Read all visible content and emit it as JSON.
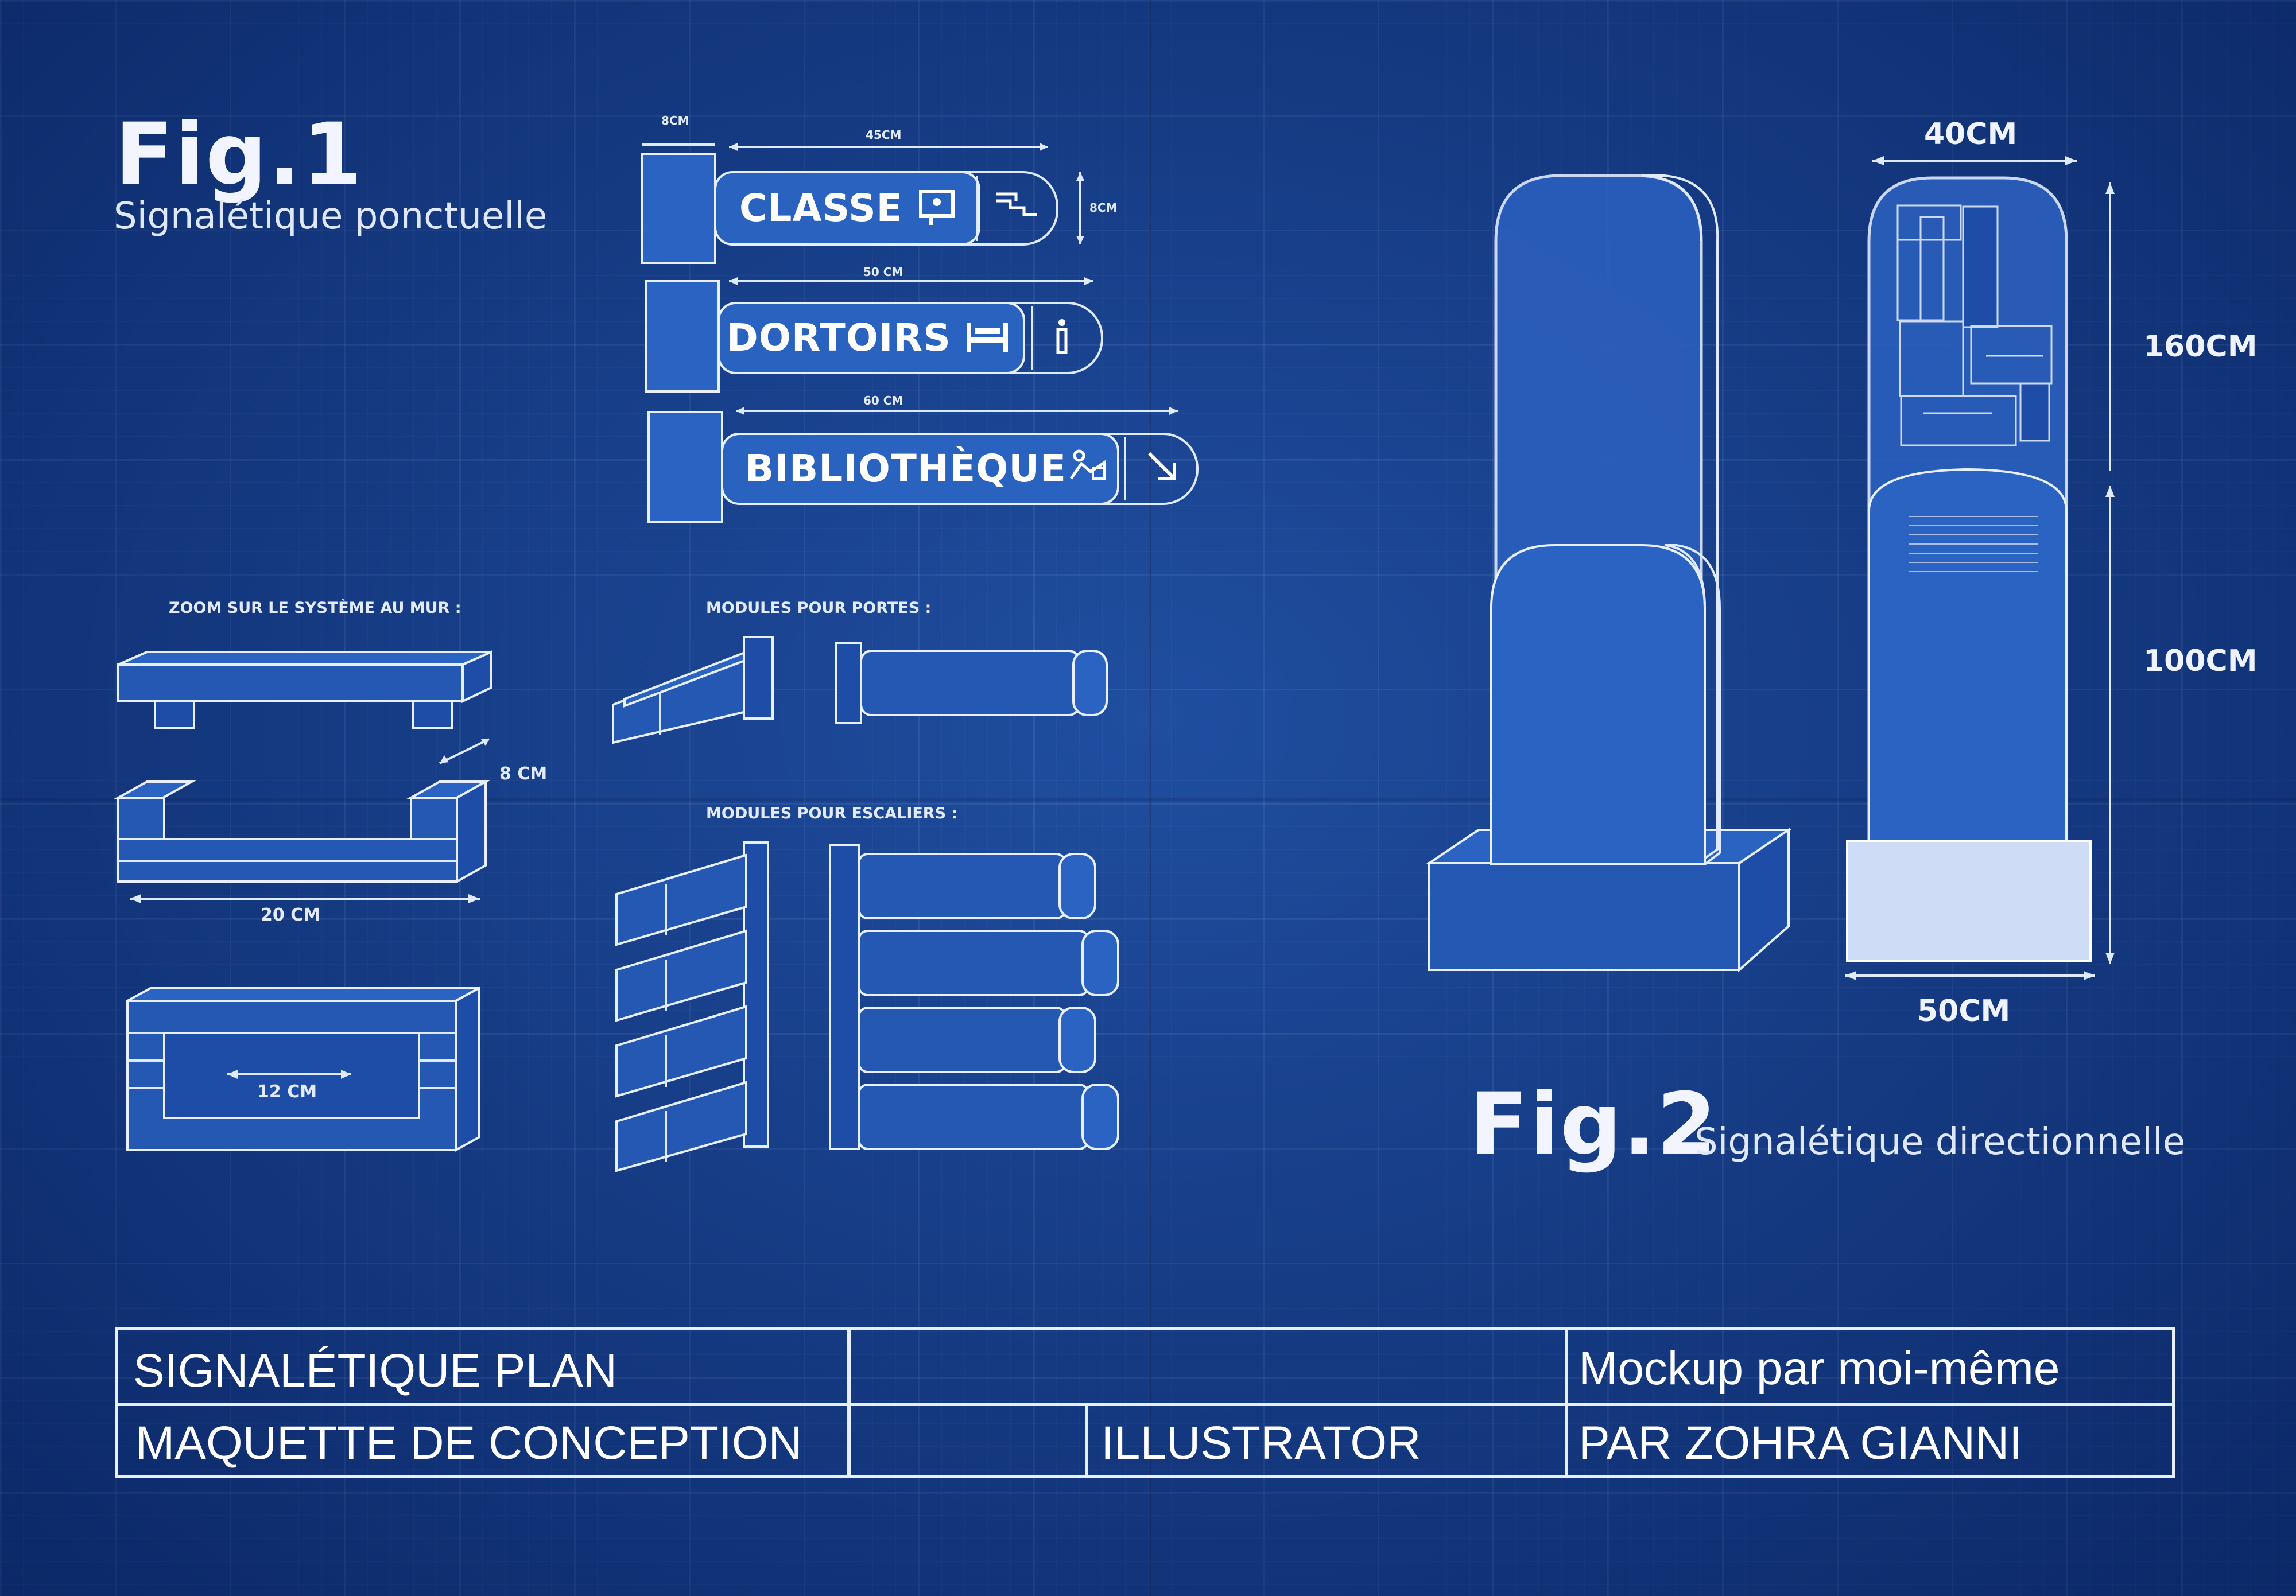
{
  "fig1": {
    "number": "Fig.1",
    "subtitle": "Signalétique ponctuelle"
  },
  "fig2": {
    "number": "Fig.2",
    "subtitle": "Signalétique directionnelle"
  },
  "signs": [
    {
      "label": "CLASSE",
      "width_label": "45CM",
      "height_label": "8CM",
      "depth_label": "8CM"
    },
    {
      "label": "DORTOIRS",
      "width_label": "50 CM"
    },
    {
      "label": "BIBLIOTHÈQUE",
      "width_label": "60 CM"
    }
  ],
  "icons": {
    "classe_board": "board-icon",
    "classe_stairs": "stairs-icon",
    "dortoirs_bed": "bed-icon",
    "dortoirs_info": "info-icon",
    "bibliotheque_reader": "reader-icon",
    "bibliotheque_arrow": "arrow-down-right-icon",
    "arrow_glyph": "↘",
    "info_glyph": "i",
    "bed_glyph": "⊨"
  },
  "wall_system": {
    "title": "ZOOM SUR LE SYSTÈME AU MUR :",
    "depth_label": "8 CM",
    "width_label": "20 CM",
    "inner_label": "12 CM"
  },
  "door_modules": {
    "title": "MODULES POUR PORTES :"
  },
  "stair_modules": {
    "title": "MODULES POUR ESCALIERS :"
  },
  "totem": {
    "top_width": "40CM",
    "upper_height": "160CM",
    "lower_height": "100CM",
    "base_width": "50CM"
  },
  "titleblock": {
    "r1c1": "SIGNALÉTIQUE PLAN",
    "r1c3": "Mockup par moi-même",
    "r2c1": "MAQUETTE DE CONCEPTION",
    "r2c2": "ILLUSTRATOR",
    "r2c3": "PAR ZOHRA GIANNI"
  },
  "colors": {
    "background": "#13408f",
    "line": "#e8efff",
    "sign_fill": "#2458b3"
  }
}
